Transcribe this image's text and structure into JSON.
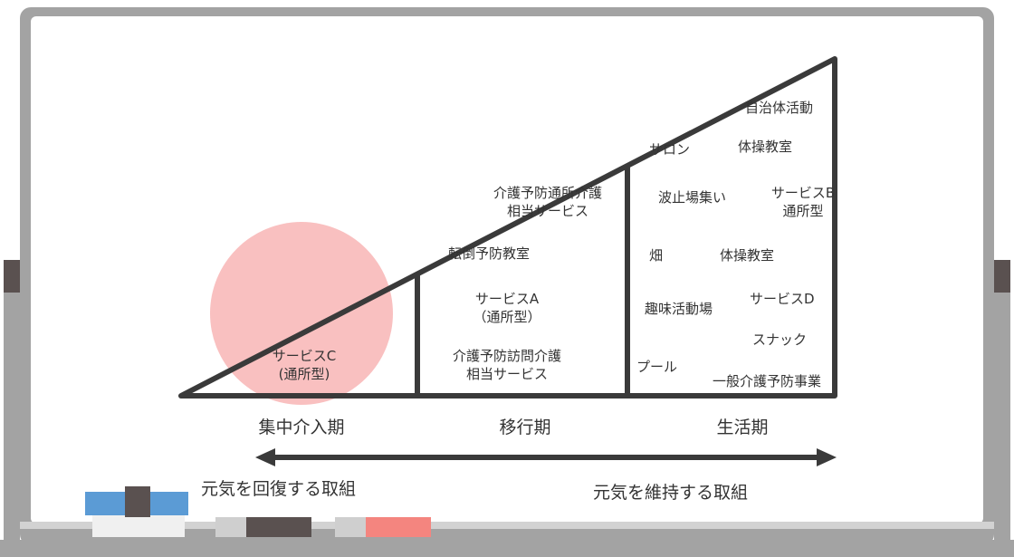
{
  "colors": {
    "board_frame": "#a3a3a3",
    "board_surface": "#ffffff",
    "line": "#3a3a3a",
    "highlight_circle": "#f8b9b9",
    "magnet_blue": "#5b9bd5",
    "magnet_dark": "#5a5150",
    "marker_red": "#f4857f",
    "marker_gray": "#cfcfcf"
  },
  "diagram": {
    "phases": {
      "intensive": "集中介入期",
      "transition": "移行期",
      "daily_life": "生活期"
    },
    "arrow_captions": {
      "recover": "元気を回復する取組",
      "maintain": "元気を維持する取組"
    },
    "intensive_section": {
      "service_c": "サービスC\n(通所型)"
    },
    "transition_section": {
      "day_care_equivalent": "介護予防通所介護\n相当サービス",
      "fall_prevention": "転倒予防教室",
      "service_a": "サービスA\n（通所型）",
      "home_visit_equivalent": "介護予防訪問介護\n相当サービス"
    },
    "life_section": {
      "local_activity": "自治体活動",
      "salon": "サロン",
      "exercise_class_1": "体操教室",
      "breakwater_gathering": "波止場集い",
      "service_b": "サービスB\n通所型",
      "field": "畑",
      "exercise_class_2": "体操教室",
      "hobby_place": "趣味活動場",
      "service_d": "サービスD",
      "snack": "スナック",
      "pool": "プール",
      "general_prevention": "一般介護予防事業"
    }
  }
}
